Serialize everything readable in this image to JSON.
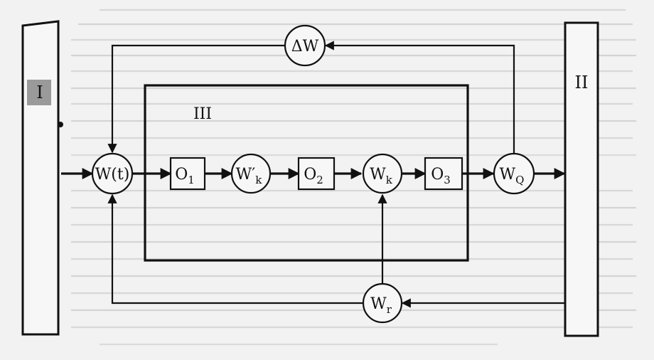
{
  "blocks": {
    "left": "I",
    "right": "II",
    "inner": "III"
  },
  "nodes": {
    "wt": "W(t)",
    "o1": "O",
    "o1_sub": "1",
    "wk_prime": "W′",
    "wk_prime_sub": "k",
    "o2": "O",
    "o2_sub": "2",
    "wk": "W",
    "wk_sub": "k",
    "o3": "O",
    "o3_sub": "3",
    "wq": "W",
    "wq_sub": "Q",
    "delta_w": "ΔW",
    "wr": "W",
    "wr_sub": "r"
  },
  "colors": {
    "ink": "#111111",
    "paper": "#f2f2f2",
    "bleed": "#a9a9a9",
    "block_fill": "#f7f7f7"
  }
}
